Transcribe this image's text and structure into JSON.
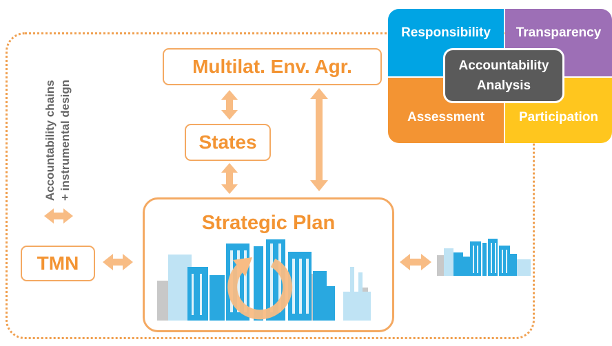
{
  "boxes": {
    "mea": "Multilat. Env. Agr.",
    "states": "States",
    "tmn": "TMN",
    "strategic_plan": "Strategic Plan"
  },
  "side_label": {
    "line1": "Accountability chains",
    "line2": "+ instrumental  design"
  },
  "accountability": {
    "responsibility": "Responsibility",
    "transparency": "Transparency",
    "assessment": "Assessment",
    "participation": "Participation",
    "center_line1": "Accountability",
    "center_line2": "Analysis"
  },
  "colors": {
    "orange": "#f39433",
    "arrow": "#f8bc84",
    "blue": "#00a4e4",
    "purple": "#9d6fb6",
    "yellow": "#ffc61e",
    "gray": "#5a5a5a",
    "city_blue": "#29a8e0",
    "city_light": "#bfe3f4",
    "city_gray": "#c8c8c8"
  },
  "icons": [
    "double-arrow-icon",
    "city-skyline-icon",
    "cycle-arrow-icon"
  ]
}
